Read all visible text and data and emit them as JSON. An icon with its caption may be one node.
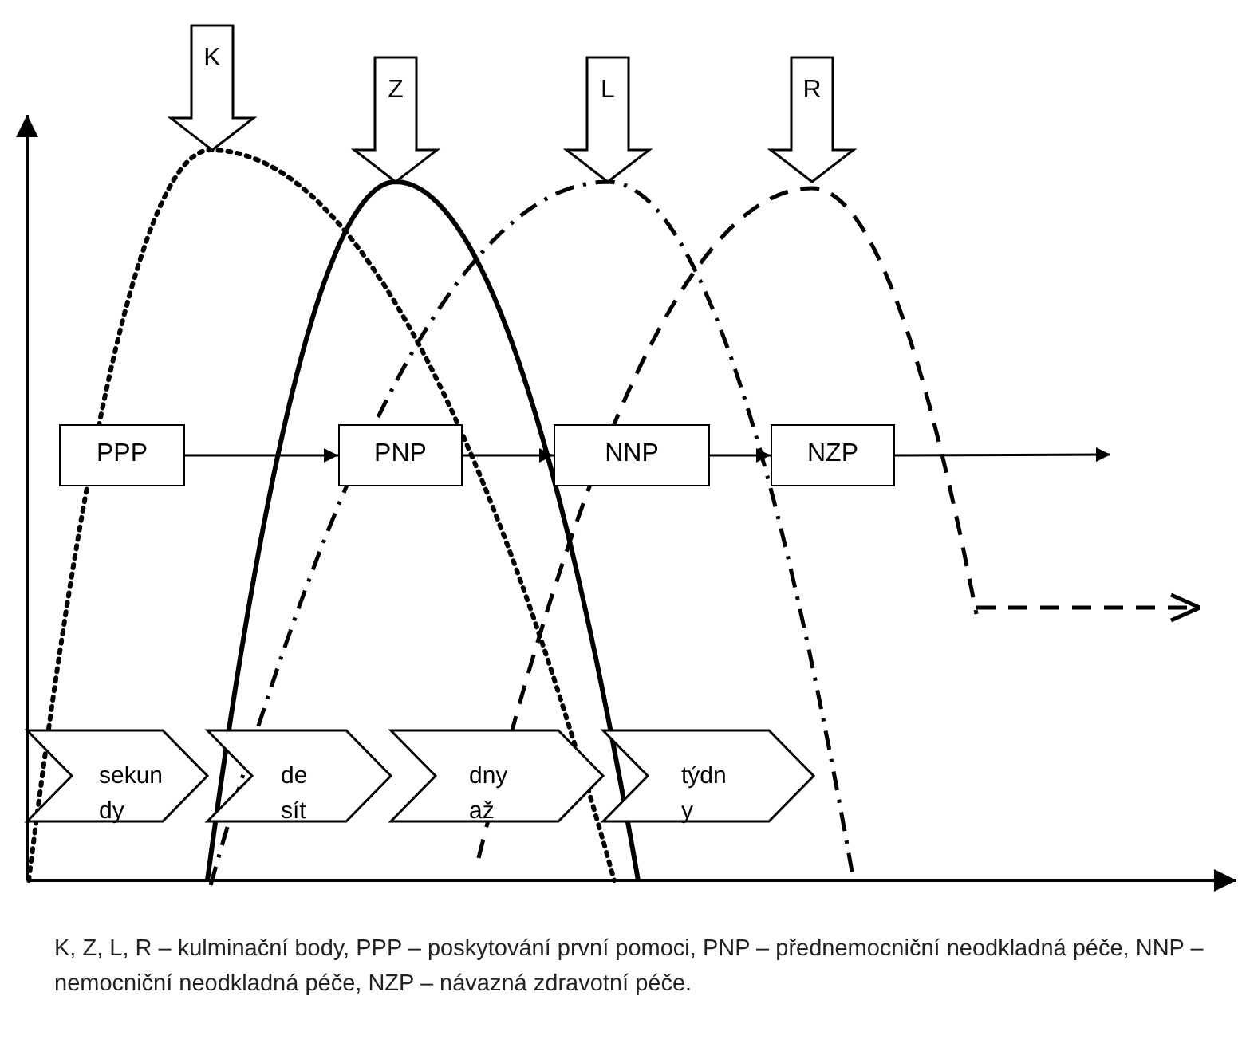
{
  "diagram": {
    "caption": "K, Z, L, R – kulminační body, PPP – poskytování první pomoci, PNP – přednemocniční neodkladná péče, NNP – nemocniční neodkladná péče, NZP – návazná zdravotní péče.",
    "nodes": [
      {
        "text": [
          "K"
        ]
      },
      {
        "text": [
          "Z"
        ]
      },
      {
        "text": [
          "L"
        ]
      },
      {
        "text": [
          "R"
        ]
      },
      {
        "text": [
          "PPP"
        ]
      },
      {
        "text": [
          "PNP"
        ]
      },
      {
        "text": [
          "NNP"
        ]
      },
      {
        "text": [
          "NZP"
        ]
      },
      {
        "text": [
          "sekun dy"
        ]
      },
      {
        "text": [
          "de sít"
        ]
      },
      {
        "text": [
          "dny až"
        ]
      },
      {
        "text": [
          "týdn y"
        ]
      }
    ],
    "edges": [
      {
        "from": 4,
        "to": 5,
        "arrow": "to"
      },
      {
        "from": 5,
        "to": 6,
        "arrow": "to"
      },
      {
        "from": 6,
        "to": 7,
        "arrow": "to"
      },
      {
        "from": 7,
        "to": null,
        "arrow": "to"
      }
    ]
  }
}
